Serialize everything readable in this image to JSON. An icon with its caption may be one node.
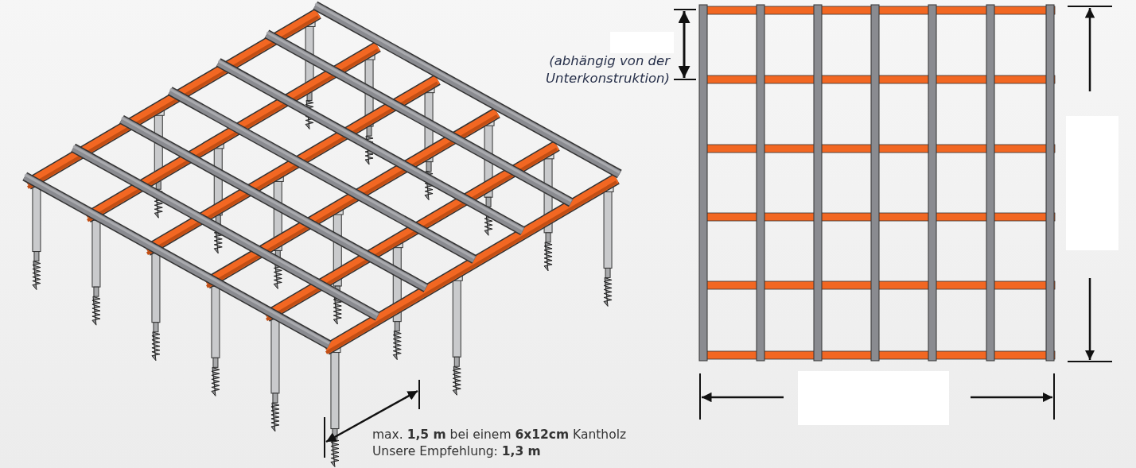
{
  "diagram": {
    "labels": [
      "(abhängig von der Unterkonstruktion)",
      "max. **1,5 m** bei einem **6x12cm** Kantholz",
      "Unsere Empfehlung: **1,3 m**"
    ]
  }
}
